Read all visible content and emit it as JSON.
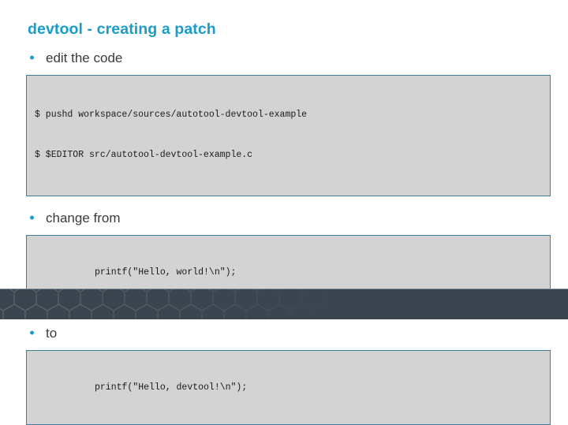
{
  "slide": {
    "title": "devtool - creating a patch",
    "accent_color": "#1b9cc9",
    "text_color": "#3b3b3b",
    "code_background": "#d3d3d3",
    "code_border": "#3d7f9c",
    "footer_color": "#3a4550",
    "background": "#ffffff"
  },
  "blocks": {
    "bullet1": {
      "label": "edit the code"
    },
    "terminal": {
      "line1": "$ pushd workspace/sources/autotool-devtool-example",
      "line2": "$ $EDITOR src/autotool-devtool-example.c"
    },
    "bullet2": {
      "label": "change from"
    },
    "snippet_from": {
      "line1": "printf(\"Hello, world!\\n\");"
    },
    "bullet3": {
      "label": "to"
    },
    "snippet_to": {
      "line1": "printf(\"Hello, devtool!\\n\");"
    }
  }
}
